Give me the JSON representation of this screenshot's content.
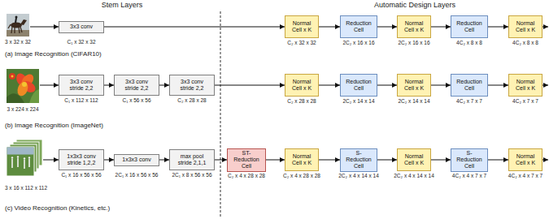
{
  "diagram": {
    "nodes": [
      {
        "text": [
          "3x3 conv"
        ]
      },
      {
        "text": [
          "Normal Cell x K"
        ]
      },
      {
        "text": [
          "Reduction Cell"
        ]
      },
      {
        "text": [
          "Normal Cell x K"
        ]
      },
      {
        "text": [
          "Reduction Cell"
        ]
      },
      {
        "text": [
          "Normal Cell x K"
        ]
      },
      {
        "text": [
          "3x3 conv stride 2,2"
        ]
      },
      {
        "text": [
          "3x3 conv stride 2,2"
        ]
      },
      {
        "text": [
          "3x3 conv stride 2,2"
        ]
      },
      {
        "text": [
          "Normal Cell x K"
        ]
      },
      {
        "text": [
          "Reduction Cell"
        ]
      },
      {
        "text": [
          "Normal Cell x K"
        ]
      },
      {
        "text": [
          "Reduction Cell"
        ]
      },
      {
        "text": [
          "Normal Cell x K"
        ]
      },
      {
        "text": [
          "1x3x3 conv stride 1,2,2"
        ]
      },
      {
        "text": [
          "1x3x3 conv"
        ]
      },
      {
        "text": [
          "max pool stride 2,1,1"
        ]
      },
      {
        "text": [
          "ST-Reduction Cell"
        ]
      },
      {
        "text": [
          "Normal Cell x K"
        ]
      },
      {
        "text": [
          "S-Reduction Cell"
        ]
      },
      {
        "text": [
          "Normal Cell x K"
        ]
      },
      {
        "text": [
          "S-Reduction Cell"
        ]
      },
      {
        "text": [
          "Normal Cell x K"
        ]
      }
    ],
    "edges": [
      {
        "from": 0,
        "to": 1,
        "arrow": "to"
      },
      {
        "from": 1,
        "to": 2,
        "arrow": "to"
      },
      {
        "from": 2,
        "to": 3,
        "arrow": "to"
      },
      {
        "from": 3,
        "to": 4,
        "arrow": "to"
      },
      {
        "from": 4,
        "to": 5,
        "arrow": "to"
      },
      {
        "from": 6,
        "to": 7,
        "arrow": "to"
      },
      {
        "from": 7,
        "to": 8,
        "arrow": "to"
      },
      {
        "from": 8,
        "to": 9,
        "arrow": "to"
      },
      {
        "from": 9,
        "to": 10,
        "arrow": "to"
      },
      {
        "from": 10,
        "to": 11,
        "arrow": "to"
      },
      {
        "from": 11,
        "to": 12,
        "arrow": "to"
      },
      {
        "from": 12,
        "to": 13,
        "arrow": "to"
      },
      {
        "from": 14,
        "to": 15,
        "arrow": "to"
      },
      {
        "from": 15,
        "to": 16,
        "arrow": "to"
      },
      {
        "from": 16,
        "to": 17,
        "arrow": "to"
      },
      {
        "from": 17,
        "to": 18,
        "arrow": "to"
      },
      {
        "from": 18,
        "to": 19,
        "arrow": "to"
      },
      {
        "from": 19,
        "to": 20,
        "arrow": "to"
      },
      {
        "from": 20,
        "to": 21,
        "arrow": "to"
      },
      {
        "from": 21,
        "to": 22,
        "arrow": "to"
      }
    ],
    "labels": [
      "Stem Layers",
      "Automatic Design Layers",
      "3 x 32 x 32",
      "C₁ x 32 x 32",
      "C₂ x 32 x 32",
      "2C₂ x 16 x 16",
      "2C₂ x 16 x 16",
      "4C₂ x 8 x 8",
      "4C₂ x 8 x 8",
      "(a) Image Recognition (CIFAR10)",
      "3 x 224 x 224",
      "C₁ x 112 x 112",
      "C₁ x 56 x 56",
      "C₂ x 28 x 28",
      "C₂ x 28 x 28",
      "2C₂ x 14 x 14",
      "2C₂ x 14 x 14",
      "4C₂ x 7 x 7",
      "4C₂ x 7 x 7",
      "(b) Image Recognition (ImageNet)",
      "3 x 16 x 112 x 112",
      "C₁ x 16 x 56 x 56",
      "2C₁ x 16 x 56 x 56",
      "2C₁ x 8 x 56 x 56",
      "C₂ x 4 x 28 x 28",
      "C₂ x 4 x 28 x 28",
      "2C₂ x 4 x 14 x 14",
      "2C₂ x 4 x 14 x 14",
      "4C₂ x 4 x 7 x 7",
      "4C₂ x 4 x 7 x 7",
      "(c) Video Recognition (Kinetics, etc.)"
    ]
  }
}
